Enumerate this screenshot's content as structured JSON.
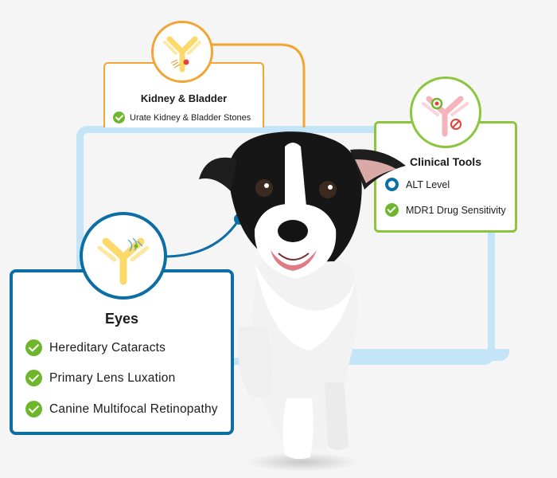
{
  "cards": {
    "kidney": {
      "title": "Kidney & Bladder",
      "items": [
        "Urate Kidney & Bladder Stones"
      ]
    },
    "clinical": {
      "title": "Clinical Tools",
      "items": [
        "ALT Level",
        "MDR1 Drug Sensitivity"
      ]
    },
    "eyes": {
      "title": "Eyes",
      "items": [
        "Hereditary Cataracts",
        "Primary Lens Luxation",
        "Canine Multifocal Retinopathy"
      ]
    }
  },
  "icons": {
    "kidney": "antibody-kidney-icon",
    "clinical": "antibody-clinical-icon",
    "eyes": "antibody-eye-icon",
    "check": "check-circle-icon",
    "radio": "radio-selected-icon"
  },
  "colors": {
    "kidney_accent": "#f2a533",
    "clinical_accent": "#8cc63f",
    "eyes_accent": "#0d6ea6",
    "check": "#70b62c",
    "laptop": "#c3e5f7",
    "antibody_yellow": "#fbd96a",
    "antibody_pink": "#f5b3bc"
  }
}
